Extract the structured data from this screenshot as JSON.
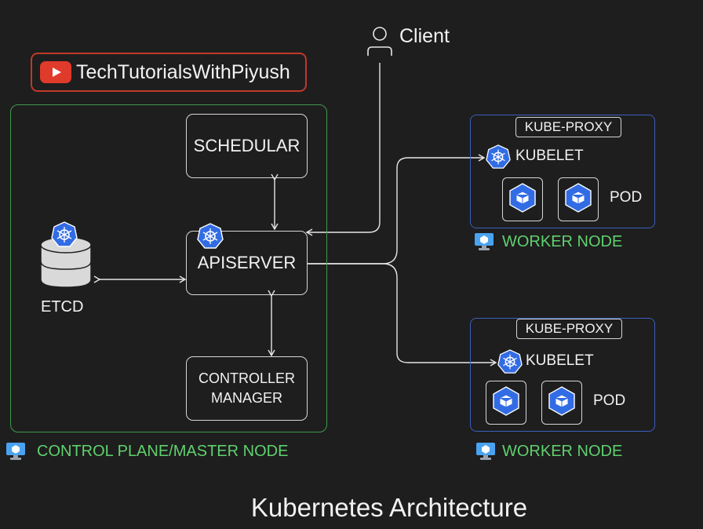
{
  "channel": {
    "name": "TechTutorialsWithPiyush",
    "icon": "youtube-logo-icon"
  },
  "client": {
    "label": "Client",
    "icon": "user-icon"
  },
  "control_plane": {
    "label": "CONTROL PLANE/MASTER NODE",
    "icon": "monitor-node-icon",
    "schedular": "SCHEDULAR",
    "apiserver": "APISERVER",
    "controller_line1": "CONTROLLER",
    "controller_line2": "MANAGER",
    "etcd": "ETCD"
  },
  "worker1": {
    "label": "WORKER NODE",
    "kube_proxy": "KUBE-PROXY",
    "kubelet": "KUBELET",
    "pod": "POD"
  },
  "worker2": {
    "label": "WORKER NODE",
    "kube_proxy": "KUBE-PROXY",
    "kubelet": "KUBELET",
    "pod": "POD"
  },
  "title": "Kubernetes Architecture",
  "colors": {
    "background": "#1e1e1e",
    "control_plane_border": "#3f9a4c",
    "node_label": "#5fd16e",
    "worker_border": "#3b5fbf",
    "k8s_blue": "#326ce5",
    "youtube_red": "#e03a2a",
    "channel_border": "#c0392b"
  }
}
